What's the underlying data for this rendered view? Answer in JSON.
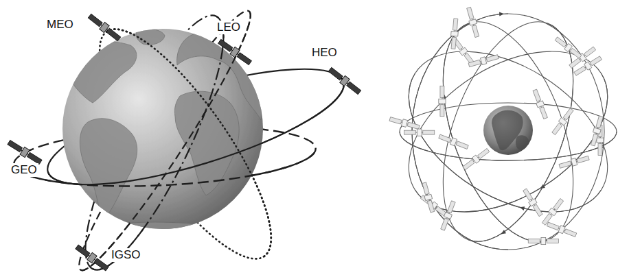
{
  "diagram": {
    "labels": [
      "MEO",
      "LEO",
      "HEO",
      "GEO",
      "IGSO"
    ]
  }
}
